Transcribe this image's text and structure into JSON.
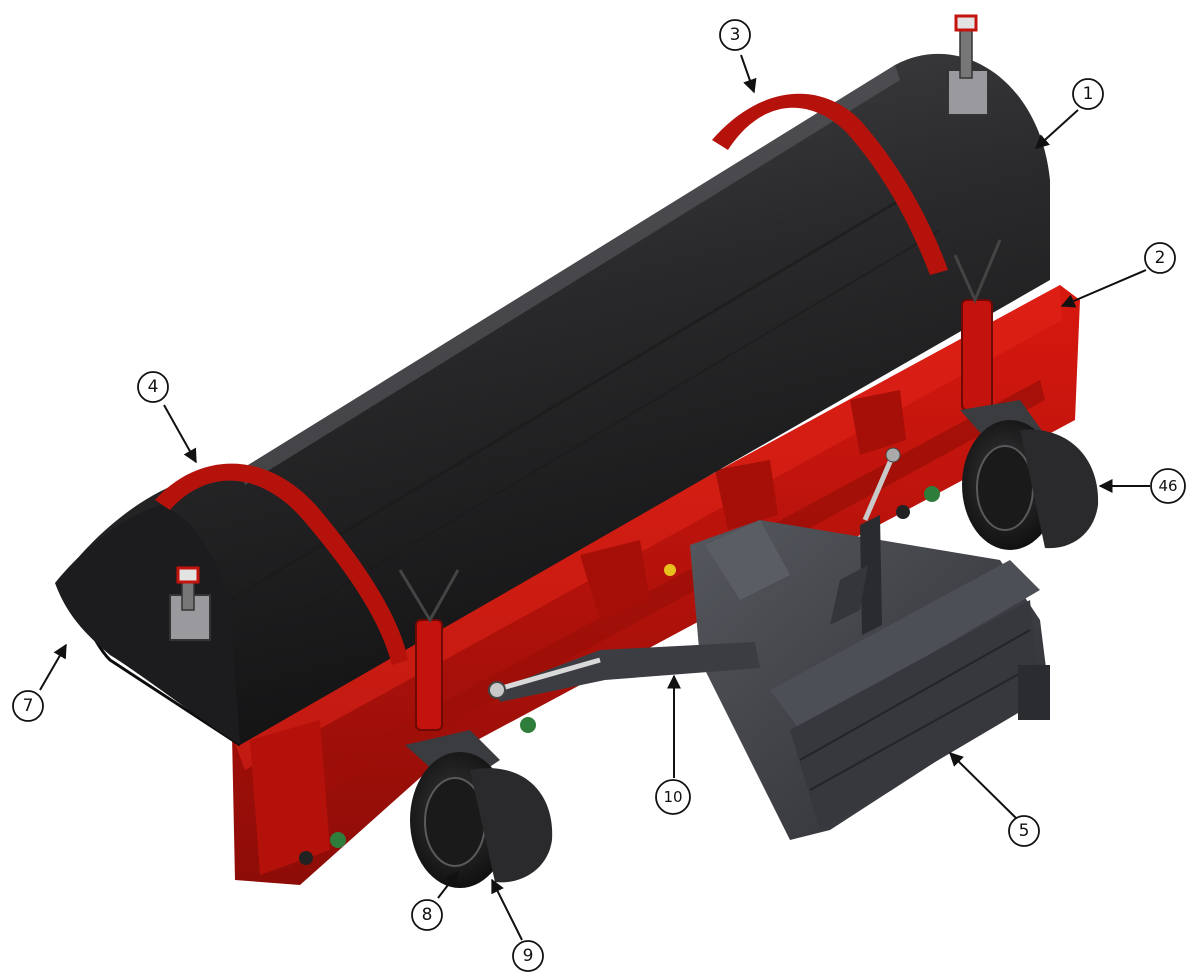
{
  "colors": {
    "body_red": "#c4120c",
    "dark_red": "#7d0a06",
    "blade_black": "#2b2b2d",
    "frame_gray": "#3d3f44",
    "accent_green": "#2f7d3a",
    "background": "#ffffff"
  },
  "callouts": [
    {
      "id": "c1",
      "label": "1"
    },
    {
      "id": "c2",
      "label": "2"
    },
    {
      "id": "c3",
      "label": "3"
    },
    {
      "id": "c4",
      "label": "4"
    },
    {
      "id": "c5",
      "label": "5"
    },
    {
      "id": "c7",
      "label": "7"
    },
    {
      "id": "c8",
      "label": "8"
    },
    {
      "id": "c9",
      "label": "9"
    },
    {
      "id": "c10",
      "label": "10"
    },
    {
      "id": "c46",
      "label": "46"
    }
  ]
}
